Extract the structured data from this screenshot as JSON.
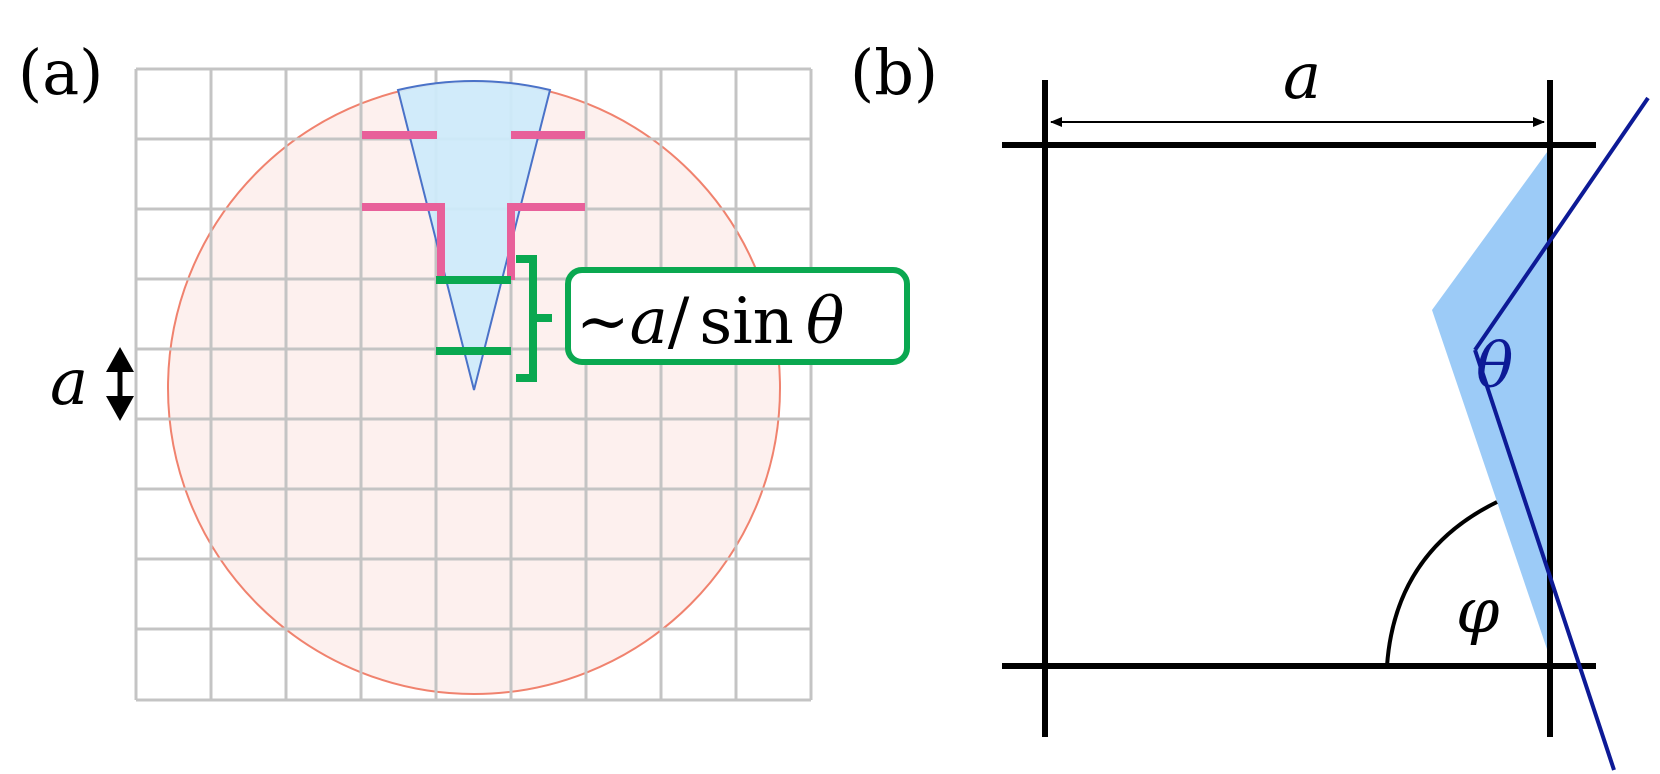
{
  "panel_a": {
    "label": "(a)",
    "spacing_symbol": "a",
    "annotation": {
      "tilde": "~",
      "numerator": "a",
      "slash": "/",
      "func": "sin",
      "angle": "θ"
    },
    "colors": {
      "grid": "#c4c4c4",
      "disk_fill": "#fdf0ee",
      "disk_stroke": "#f0826e",
      "wedge_fill": "#cdeafb",
      "wedge_stroke": "#4a72c8",
      "step_lines": "#e8609a",
      "green": "#0aa850"
    }
  },
  "panel_b": {
    "label": "(b)",
    "width_symbol": "a",
    "theta_symbol": "θ",
    "phi_symbol": "φ",
    "colors": {
      "frame": "#000000",
      "wedge_fill": "#9ccbf7",
      "ray": "#0d1a96",
      "theta_text": "#0d1a96"
    }
  }
}
